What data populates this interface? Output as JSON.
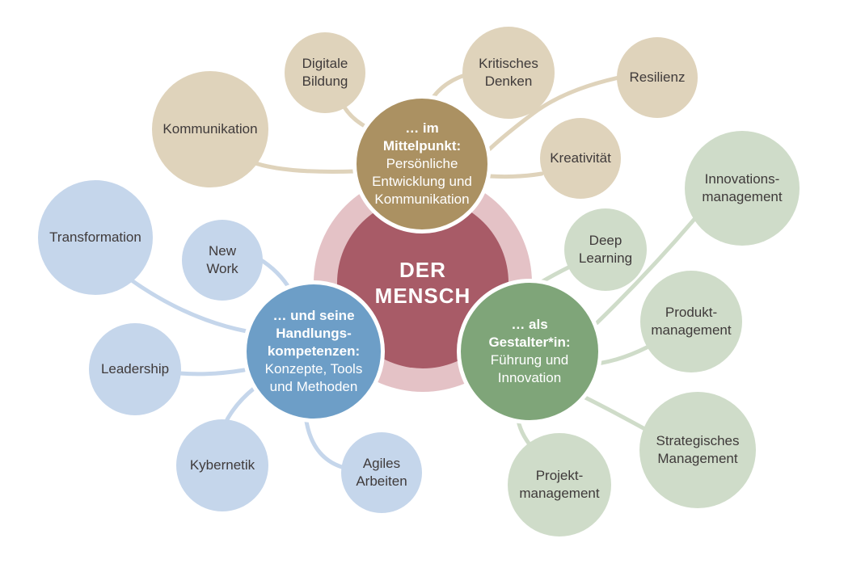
{
  "center": {
    "label": "DER\nMENSCH"
  },
  "hubs": {
    "top": {
      "head": "… im\nMittelpunkt:",
      "body": "Persönliche\nEntwicklung und\nKommunikation"
    },
    "left": {
      "head": "… und seine\nHandlungs-\nkompetenzen:",
      "body": "Konzepte, Tools\nund Methoden"
    },
    "right": {
      "head": "… als\nGestalter*in:",
      "body": "Führung und\nInnovation"
    }
  },
  "nodes": {
    "digitale_bildung": "Digitale\nBildung",
    "kritisches_denken": "Kritisches\nDenken",
    "resilienz": "Resilienz",
    "kommunikation": "Kommunikation",
    "kreativitaet": "Kreativität",
    "transformation": "Transformation",
    "new_work": "New\nWork",
    "leadership": "Leadership",
    "kybernetik": "Kybernetik",
    "agiles_arbeiten": "Agiles\nArbeiten",
    "deep_learning": "Deep\nLearning",
    "innovationsmanagement": "Innovations-\nmanagement",
    "produktmanagement": "Produkt-\nmanagement",
    "strategisches_management": "Strategisches\nManagement",
    "projektmanagement": "Projekt-\nmanagement"
  },
  "colors": {
    "tan_hub": "#ab9162",
    "tan_leaf": "#dfd3bb",
    "blue_hub": "#6d9ec7",
    "blue_leaf": "#c5d6eb",
    "green_hub": "#7fa579",
    "green_leaf": "#cfdcc9",
    "core": "#a85b67",
    "ring": "#e4c2c6"
  }
}
